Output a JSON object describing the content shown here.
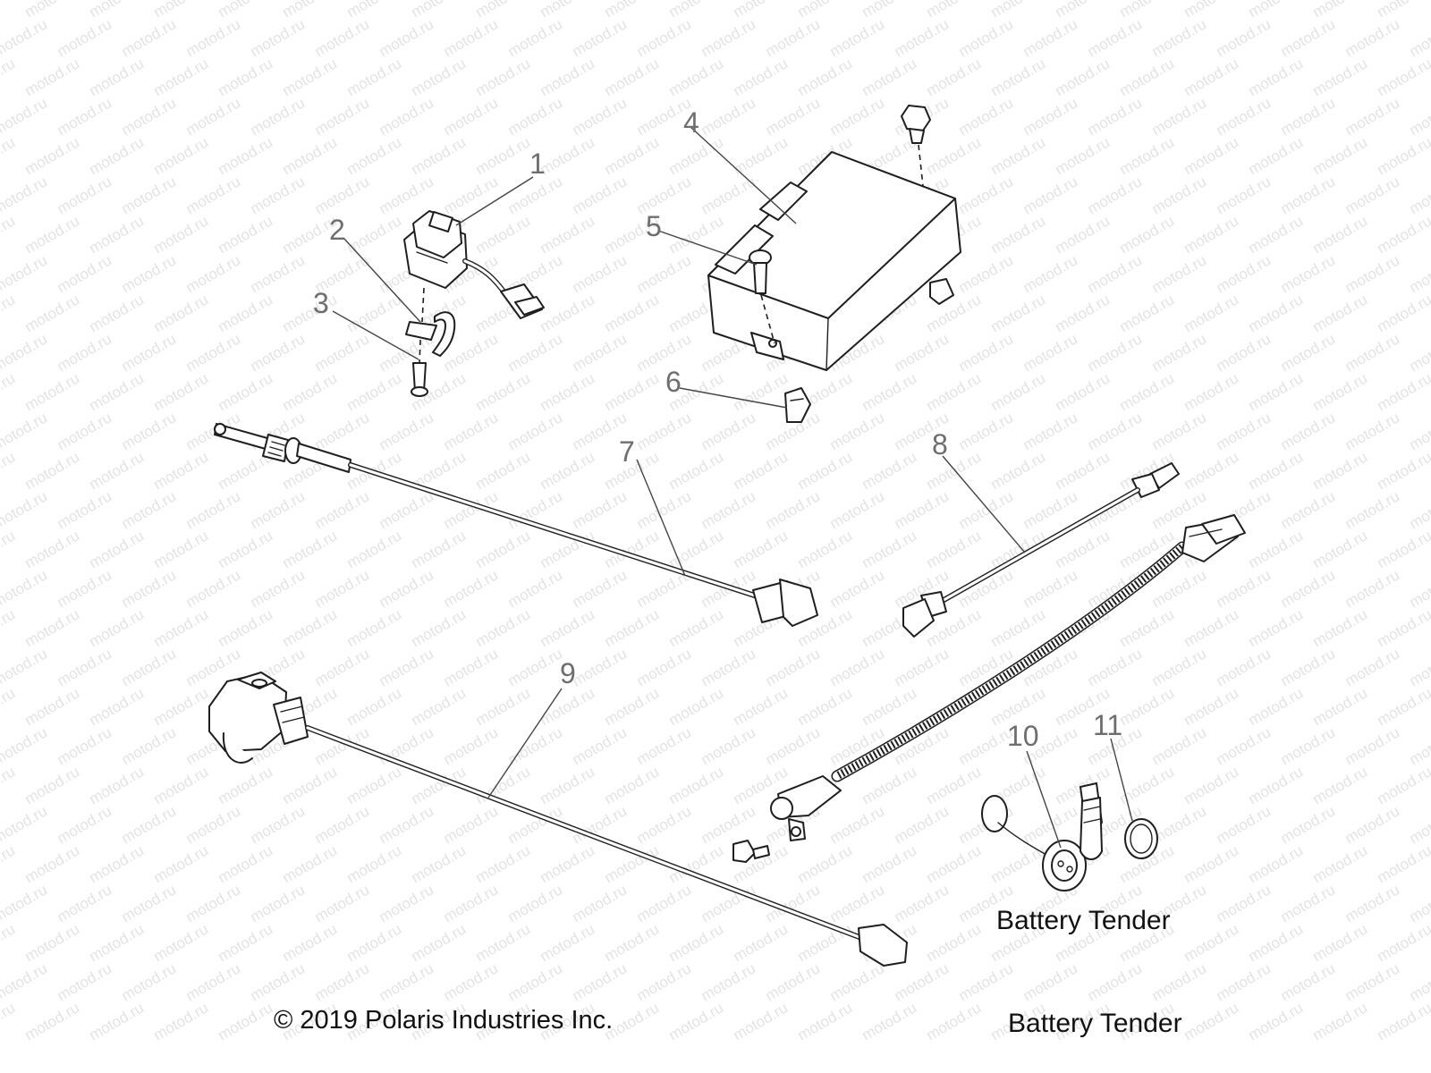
{
  "watermark": {
    "text": "motod.ru"
  },
  "callouts": [
    {
      "id": "1",
      "label": "1"
    },
    {
      "id": "2",
      "label": "2"
    },
    {
      "id": "3",
      "label": "3"
    },
    {
      "id": "4",
      "label": "4"
    },
    {
      "id": "5",
      "label": "5"
    },
    {
      "id": "6",
      "label": "6"
    },
    {
      "id": "7",
      "label": "7"
    },
    {
      "id": "8",
      "label": "8"
    },
    {
      "id": "9",
      "label": "9"
    },
    {
      "id": "10",
      "label": "10"
    },
    {
      "id": "11",
      "label": "11"
    }
  ],
  "group_labels": {
    "battery_tender_primary": "Battery Tender",
    "battery_tender_secondary": "Battery Tender"
  },
  "copyright": "© 2019 Polaris Industries Inc.",
  "colors": {
    "line_art": "#1e1e1e",
    "callout_text": "#6e6e6e",
    "watermark": "#e3e3e3",
    "background": "#ffffff"
  }
}
